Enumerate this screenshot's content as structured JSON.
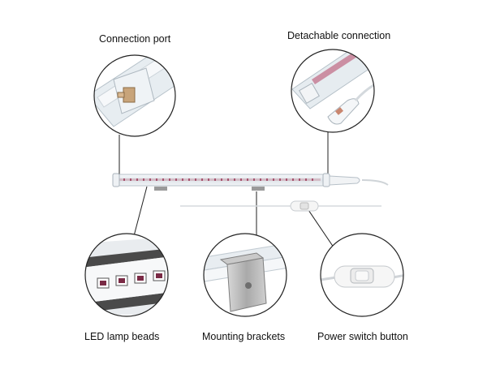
{
  "labels": {
    "connection_port": "Connection port",
    "detachable_connection": "Detachable connection",
    "led_lamp_beads": "LED lamp beads",
    "mounting_brackets": "Mounting brackets",
    "power_switch_button": "Power switch button"
  },
  "colors": {
    "outline": "#222222",
    "bar_tube": "#e9eef2",
    "led": "#9b3a5a",
    "switch_body": "#f4f4f4",
    "bracket": "#b9b9b9"
  }
}
